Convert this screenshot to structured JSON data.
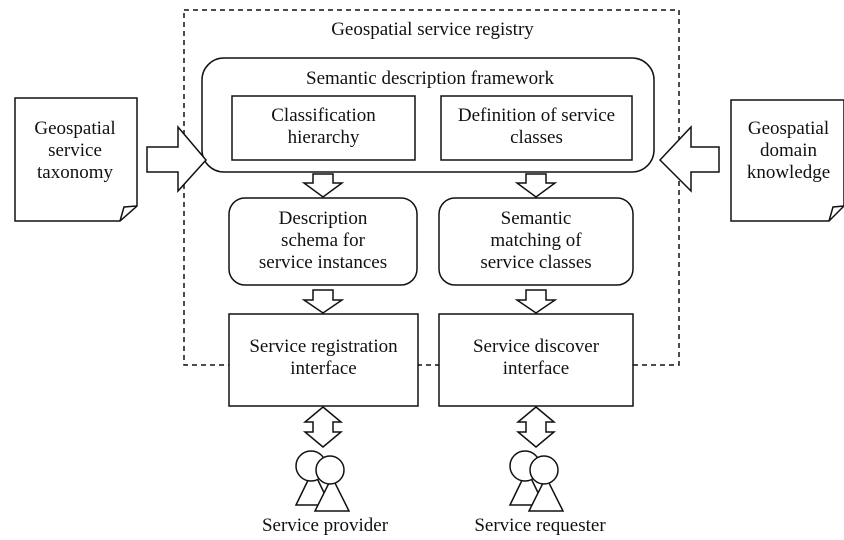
{
  "registry": {
    "title": "Geospatial service registry",
    "framework": {
      "title": "Semantic description framework",
      "classification": "Classification\nhierarchy",
      "definition": "Definition of service\nclasses"
    },
    "schema": "Description\nschema for\nservice instances",
    "matching": "Semantic\nmatching of\nservice classes",
    "registration": "Service registration\ninterface",
    "discover": "Service discover\ninterface"
  },
  "inputs": {
    "taxonomy": "Geospatial\nservice\ntaxonomy",
    "knowledge": "Geospatial\ndomain\nknowledge"
  },
  "actors": {
    "provider": "Service provider",
    "requester": "Service requester"
  }
}
